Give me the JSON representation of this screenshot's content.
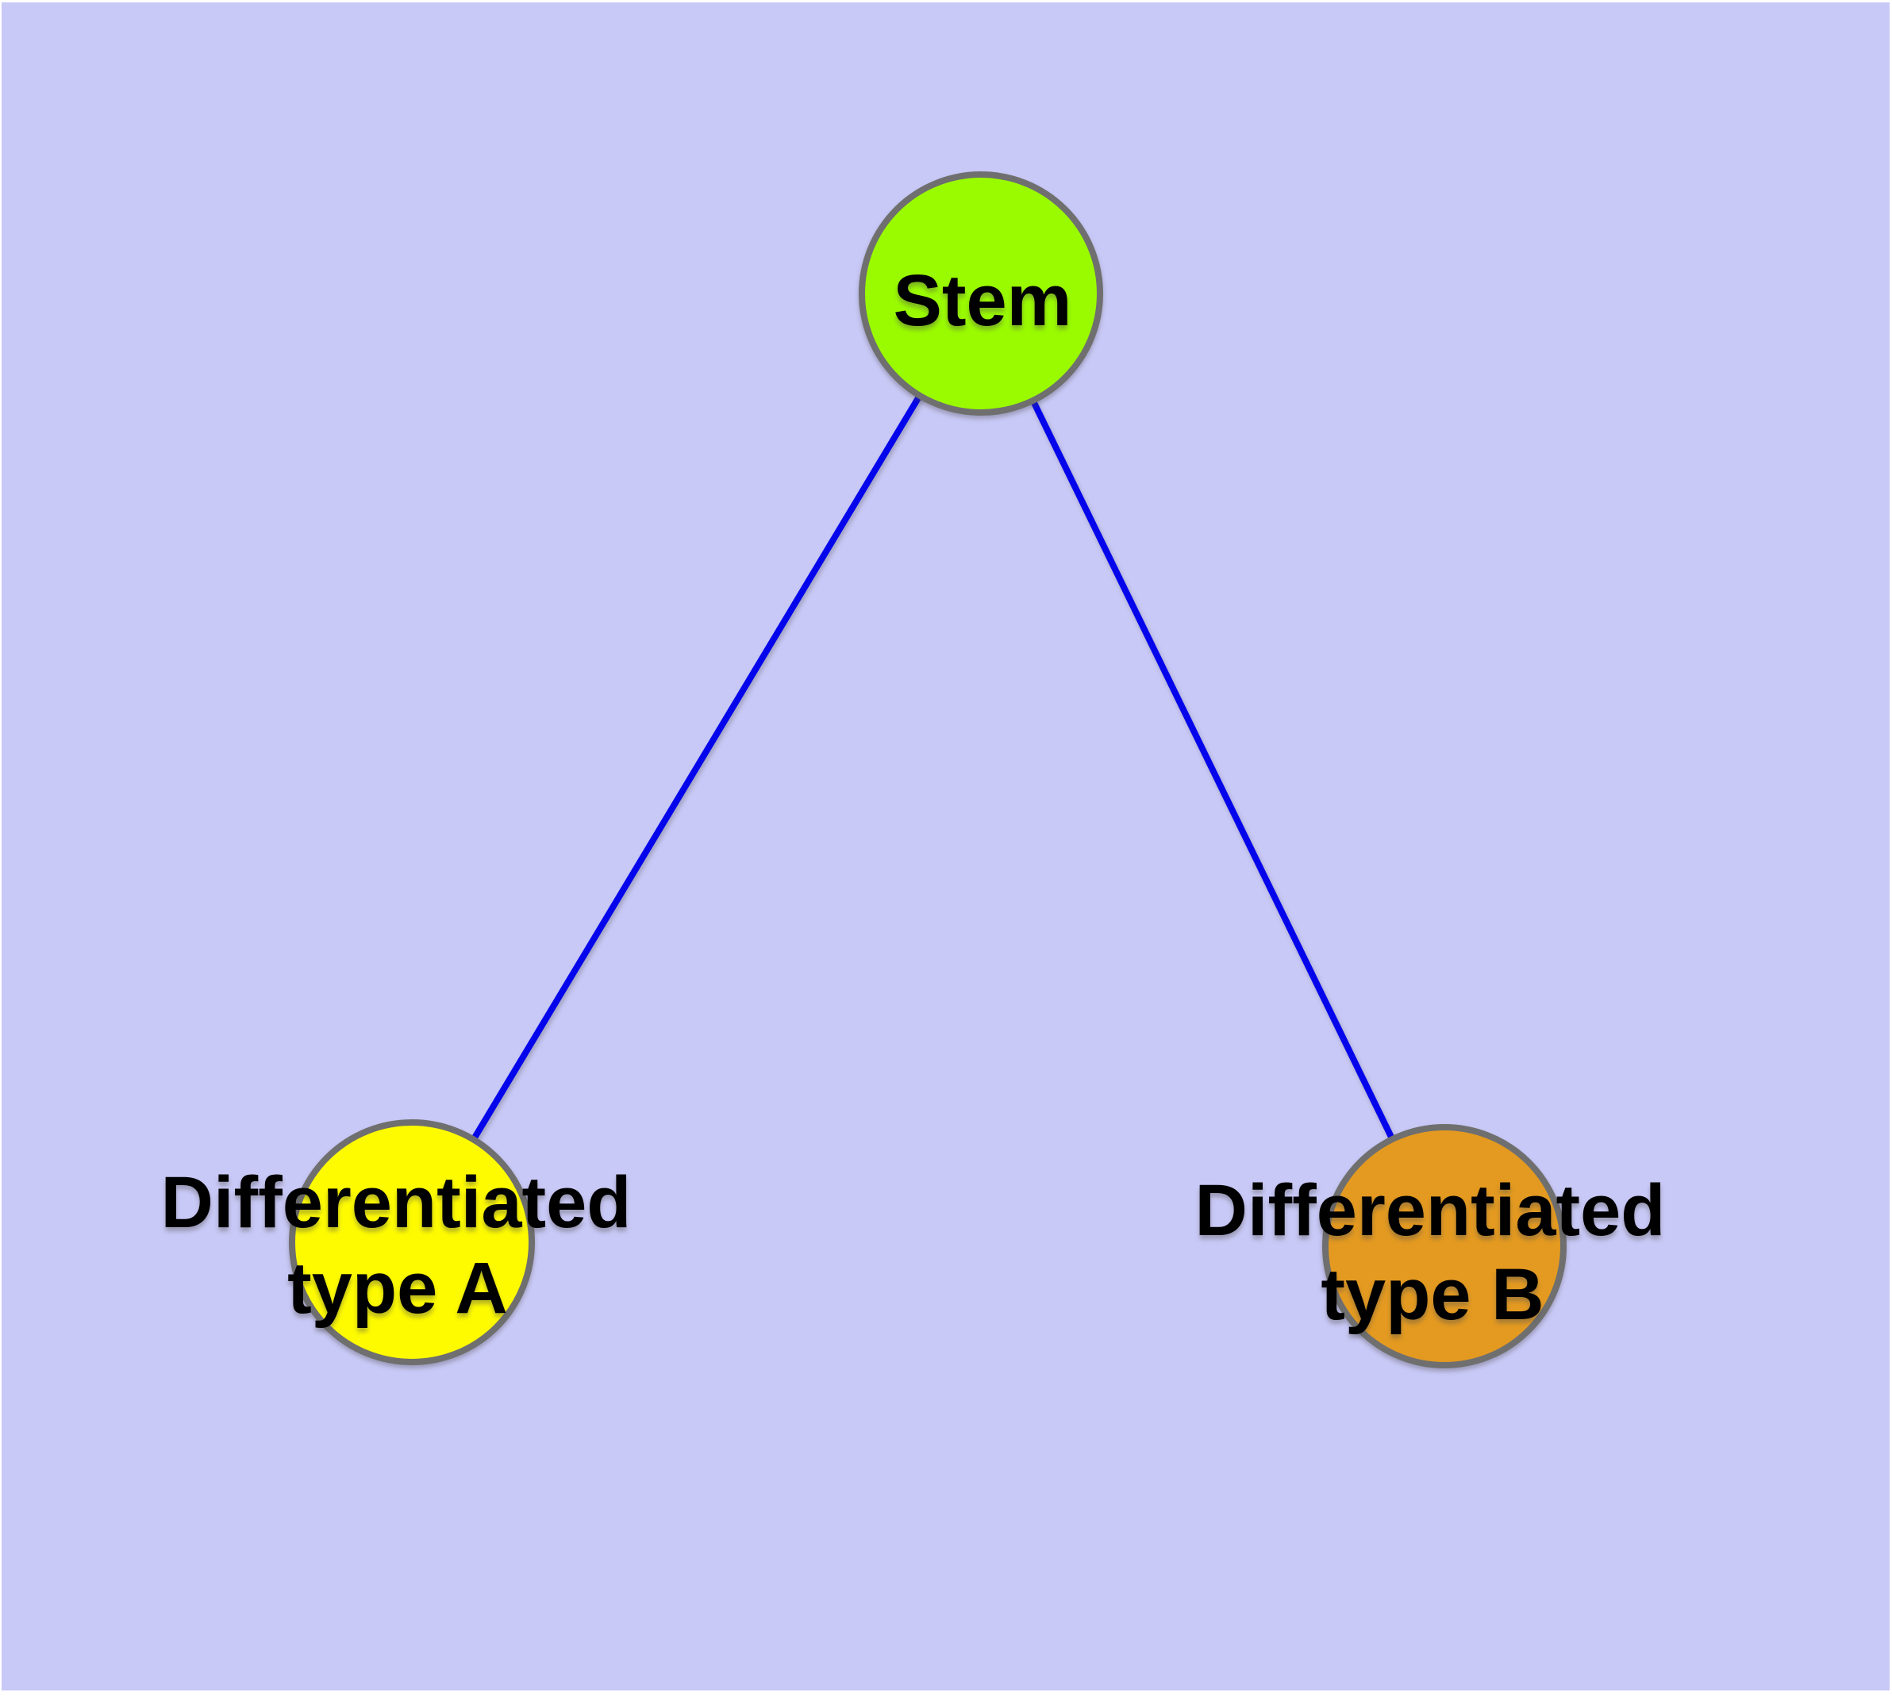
{
  "graph": {
    "colors": {
      "page": "#FFFFFF",
      "background": "#C9C9F7",
      "edge": "#0505EC",
      "node_border": "#6F6F6F",
      "label": "#000000",
      "stem_fill": "#9AFB00",
      "type_a_fill": "#FEFB00",
      "type_b_fill": "#E49A20"
    },
    "nodes": {
      "stem": {
        "label": "Stem",
        "fill": "#9AFB00"
      },
      "type_a": {
        "label_line1": "Differentiated",
        "label_line2": "type A",
        "fill": "#FEFB00"
      },
      "type_b": {
        "label_line1": "Differentiated",
        "label_line2": "type B",
        "fill": "#E49A20"
      }
    },
    "edges": [
      {
        "from": "Stem",
        "to": "Differentiated type A"
      },
      {
        "from": "Stem",
        "to": "Differentiated type B"
      }
    ]
  }
}
